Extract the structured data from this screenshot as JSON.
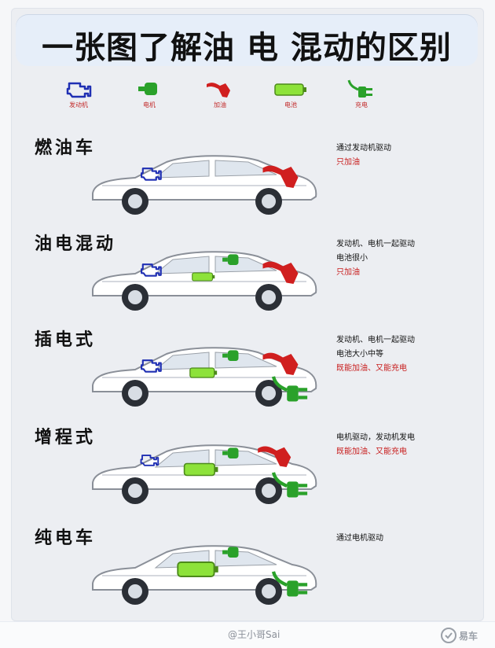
{
  "header": {
    "title": "一张图了解油 电 混动的区别"
  },
  "legend": {
    "items": [
      {
        "icon": "engine-icon",
        "label": "发动机",
        "color": "#1f2fb3"
      },
      {
        "icon": "motor-icon",
        "label": "电机",
        "color": "#2aa12a"
      },
      {
        "icon": "fuel-nozzle-icon",
        "label": "加油",
        "color": "#d01f1f"
      },
      {
        "icon": "battery-icon",
        "label": "电池",
        "color": "#6fd31c"
      },
      {
        "icon": "plug-icon",
        "label": "充电",
        "color": "#2aa12a"
      }
    ]
  },
  "sections": [
    {
      "title": "燃油车",
      "lines": [
        {
          "text": "通过发动机驱动",
          "color": "black"
        },
        {
          "text": "只加油",
          "color": "red"
        }
      ],
      "components": {
        "engine": true,
        "motor": false,
        "battery": false,
        "fuel": true,
        "plug": false
      }
    },
    {
      "title": "油电混动",
      "lines": [
        {
          "text": "发动机、电机一起驱动",
          "color": "black"
        },
        {
          "text": "电池很小",
          "color": "black"
        },
        {
          "text": "只加油",
          "color": "red"
        }
      ],
      "components": {
        "engine": true,
        "motor": true,
        "battery": true,
        "fuel": true,
        "plug": false
      }
    },
    {
      "title": "插电式",
      "lines": [
        {
          "text": "发动机、电机一起驱动",
          "color": "black"
        },
        {
          "text": "电池大小中等",
          "color": "black"
        },
        {
          "text": "既能加油、又能充电",
          "color": "red"
        }
      ],
      "components": {
        "engine": true,
        "motor": true,
        "battery": true,
        "fuel": true,
        "plug": true
      }
    },
    {
      "title": "增程式",
      "lines": [
        {
          "text": "电机驱动，发动机发电",
          "color": "black"
        },
        {
          "text": "既能加油、又能充电",
          "color": "red"
        }
      ],
      "components": {
        "engine": true,
        "motor": true,
        "battery": true,
        "fuel": true,
        "plug": true
      }
    },
    {
      "title": "纯电车",
      "lines": [
        {
          "text": "通过电机驱动",
          "color": "black"
        }
      ],
      "components": {
        "engine": false,
        "motor": true,
        "battery": true,
        "fuel": false,
        "plug": true
      }
    }
  ],
  "footer": {
    "watermark": "@王小哥Sai",
    "brand": "易车"
  }
}
